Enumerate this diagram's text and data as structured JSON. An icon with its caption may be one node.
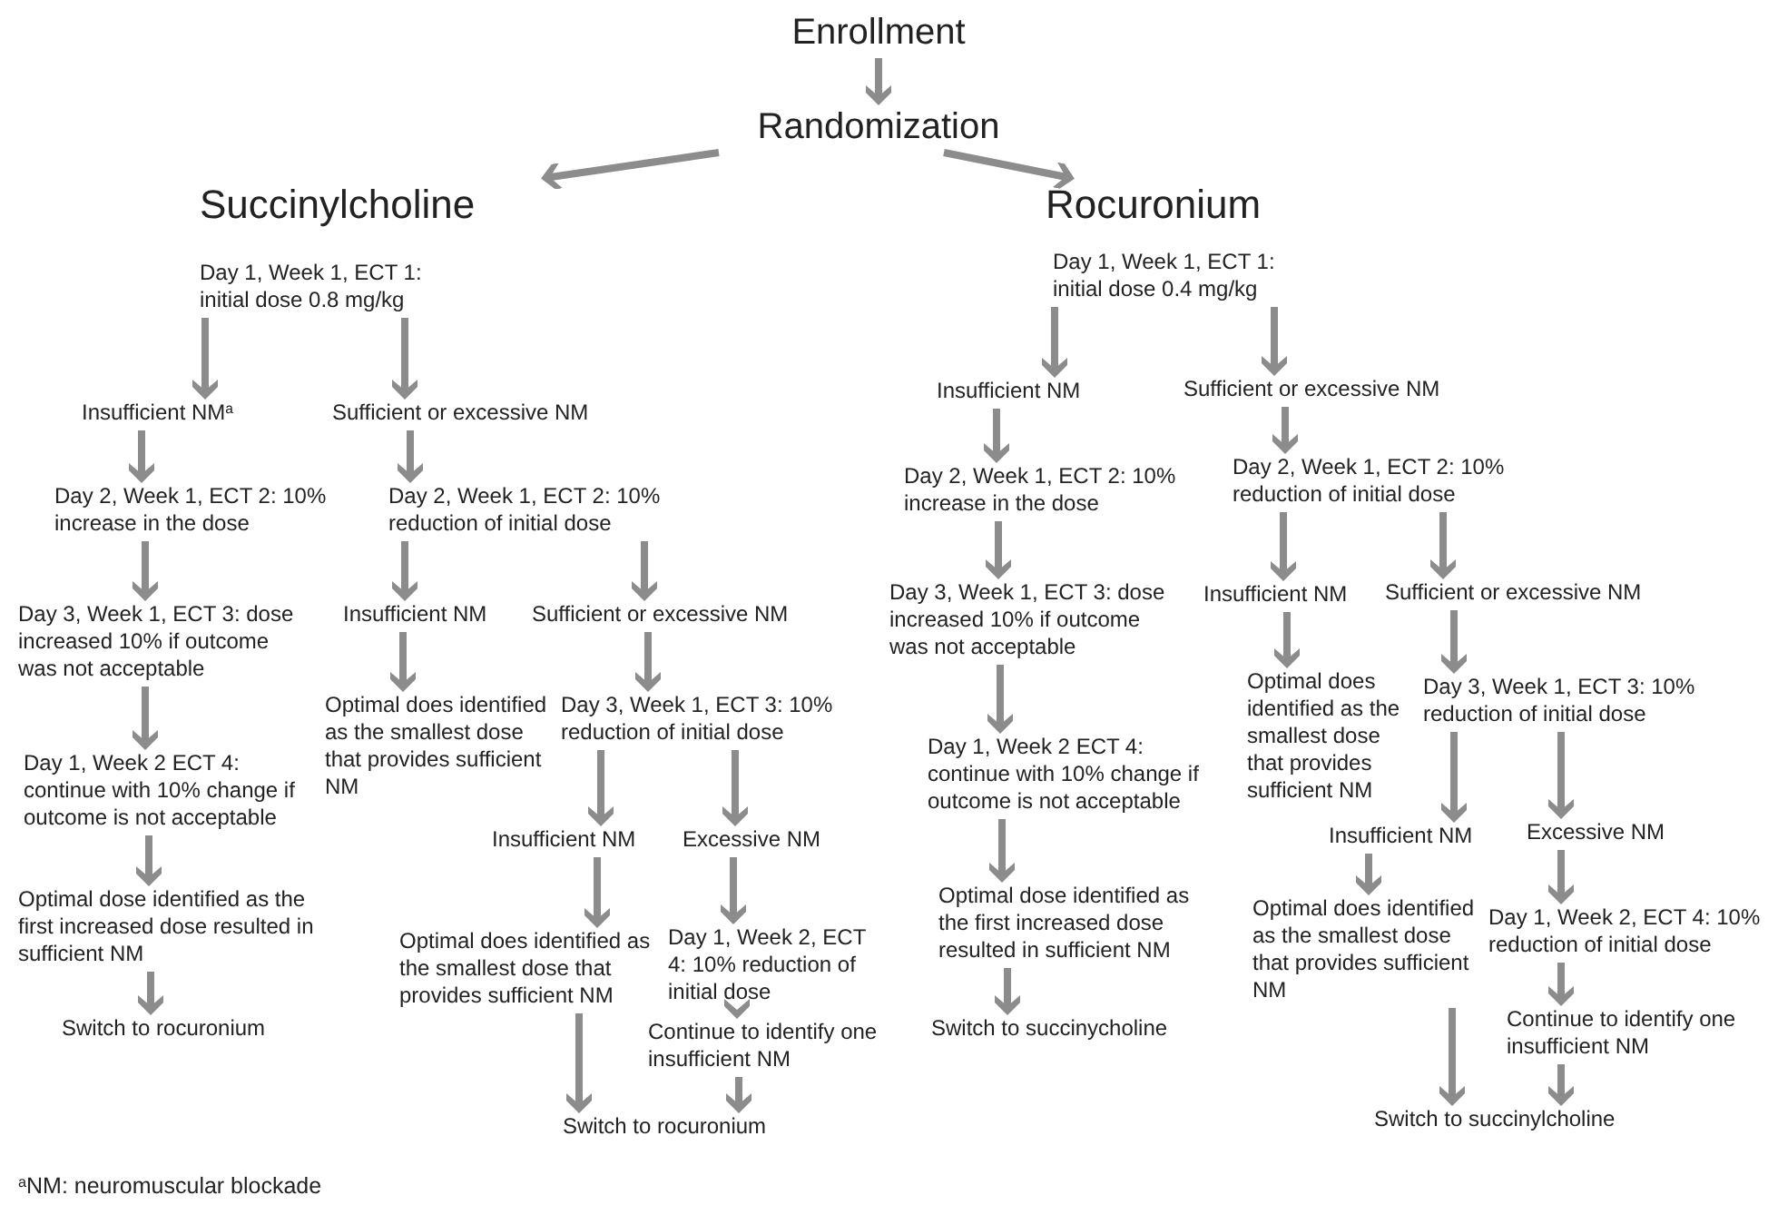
{
  "diagram": {
    "nodes": [
      {
        "text": [
          "Enrollment"
        ]
      },
      {
        "text": [
          "Randomization"
        ]
      },
      {
        "text": [
          "Succinylcholine"
        ]
      },
      {
        "text": [
          "Rocuronium"
        ]
      },
      {
        "text": [
          "Day 1, Week 1, ECT 1: initial dose 0.8 mg/kg"
        ]
      },
      {
        "text": [
          "Insufficient NM$^{a}$"
        ]
      },
      {
        "text": [
          "Sufficient or excessive NM"
        ]
      },
      {
        "text": [
          "Day 2, Week 1, ECT 2: 10% increase in the dose"
        ]
      },
      {
        "text": [
          "Day 2, Week 1, ECT 2: 10% reduction of initial dose"
        ]
      },
      {
        "text": [
          "Day 3, Week 1, ECT 3: dose increased 10% if outcome was not acceptable"
        ]
      },
      {
        "text": [
          "Insufficient NM"
        ]
      },
      {
        "text": [
          "Sufficient or excessive NM"
        ]
      },
      {
        "text": [
          "Day 1, Week 2 ECT 4: continue with 10% change if outcome is not acceptable"
        ]
      },
      {
        "text": [
          "Optimal does identified as the smallest dose that provides sufficient NM"
        ]
      },
      {
        "text": [
          "Day 3, Week 1, ECT 3: 10% reduction of initial dose"
        ]
      },
      {
        "text": [
          "Optimal dose identified as the first increased dose resulted in sufficient NM"
        ]
      },
      {
        "text": [
          "Insufficient NM"
        ]
      },
      {
        "text": [
          "Excessive NM"
        ]
      },
      {
        "text": [
          "Switch to rocuronium"
        ]
      },
      {
        "text": [
          "Optimal does identified as the smallest dose that provides sufficient NM"
        ]
      },
      {
        "text": [
          "Day 1, Week 2, ECT 4: 10% reduction of initial dose"
        ]
      },
      {
        "text": [
          "Continue to identify one insufficient NM"
        ]
      },
      {
        "text": [
          "Switch to rocuronium"
        ]
      },
      {
        "text": [
          "Day 1, Week 1, ECT 1: initial dose 0.4 mg/kg"
        ]
      },
      {
        "text": [
          "Insufficient NM"
        ]
      },
      {
        "text": [
          "Sufficient or excessive NM"
        ]
      },
      {
        "text": [
          "Day 2, Week 1, ECT 2: 10% increase in the dose"
        ]
      },
      {
        "text": [
          "Day 2, Week 1, ECT 2: 10% reduction of initial dose"
        ]
      },
      {
        "text": [
          "Day 3, Week 1, ECT 3: dose increased 10% if outcome was not acceptable"
        ]
      },
      {
        "text": [
          "Insufficient NM"
        ]
      },
      {
        "text": [
          "Sufficient or excessive NM"
        ]
      },
      {
        "text": [
          "Day 1, Week 2 ECT 4: continue with 10% change if outcome is not acceptable"
        ]
      },
      {
        "text": [
          "Optimal does identified as the smallest dose that provides sufficient NM"
        ]
      },
      {
        "text": [
          "Day 3, Week 1, ECT 3: 10% reduction of initial dose"
        ]
      },
      {
        "text": [
          "Optimal dose identified as the first increased dose resulted in sufficient NM"
        ]
      },
      {
        "text": [
          "Insufficient NM"
        ]
      },
      {
        "text": [
          "Excessive NM"
        ]
      },
      {
        "text": [
          "Switch to succinycholine"
        ]
      },
      {
        "text": [
          "Optimal does identified as the smallest dose that provides sufficient NM"
        ]
      },
      {
        "text": [
          "Day 1, Week 2, ECT 4: 10% reduction of initial dose"
        ]
      },
      {
        "text": [
          "Continue to identify one insufficient NM"
        ]
      },
      {
        "text": [
          "Switch to succinylcholine"
        ]
      }
    ],
    "edges": [
      {
        "from": 0,
        "to": 1,
        "arrow": "to"
      },
      {
        "from": 1,
        "to": 2,
        "arrow": "to"
      },
      {
        "from": 1,
        "to": 3,
        "arrow": "to"
      },
      {
        "from": 4,
        "to": 5,
        "arrow": "to"
      },
      {
        "from": 4,
        "to": 6,
        "arrow": "to"
      },
      {
        "from": 5,
        "to": 7,
        "arrow": "to"
      },
      {
        "from": 6,
        "to": 8,
        "arrow": "to"
      },
      {
        "from": 7,
        "to": 9,
        "arrow": "to"
      },
      {
        "from": 8,
        "to": 10,
        "arrow": "to"
      },
      {
        "from": 8,
        "to": 11,
        "arrow": "to"
      },
      {
        "from": 9,
        "to": 12,
        "arrow": "to"
      },
      {
        "from": 10,
        "to": 13,
        "arrow": "to"
      },
      {
        "from": 11,
        "to": 14,
        "arrow": "to"
      },
      {
        "from": 12,
        "to": 15,
        "arrow": "to"
      },
      {
        "from": 14,
        "to": 16,
        "arrow": "to"
      },
      {
        "from": 14,
        "to": 17,
        "arrow": "to"
      },
      {
        "from": 15,
        "to": 18,
        "arrow": "to"
      },
      {
        "from": 16,
        "to": 19,
        "arrow": "to"
      },
      {
        "from": 17,
        "to": 20,
        "arrow": "to"
      },
      {
        "from": 20,
        "to": 21,
        "arrow": "to"
      },
      {
        "from": 19,
        "to": 22,
        "arrow": "to"
      },
      {
        "from": 21,
        "to": 22,
        "arrow": "to"
      },
      {
        "from": 23,
        "to": 24,
        "arrow": "to"
      },
      {
        "from": 23,
        "to": 25,
        "arrow": "to"
      },
      {
        "from": 24,
        "to": 26,
        "arrow": "to"
      },
      {
        "from": 25,
        "to": 27,
        "arrow": "to"
      },
      {
        "from": 26,
        "to": 28,
        "arrow": "to"
      },
      {
        "from": 27,
        "to": 29,
        "arrow": "to"
      },
      {
        "from": 27,
        "to": 30,
        "arrow": "to"
      },
      {
        "from": 28,
        "to": 31,
        "arrow": "to"
      },
      {
        "from": 29,
        "to": 32,
        "arrow": "to"
      },
      {
        "from": 30,
        "to": 33,
        "arrow": "to"
      },
      {
        "from": 31,
        "to": 34,
        "arrow": "to"
      },
      {
        "from": 33,
        "to": 35,
        "arrow": "to"
      },
      {
        "from": 33,
        "to": 36,
        "arrow": "to"
      },
      {
        "from": 34,
        "to": 37,
        "arrow": "to"
      },
      {
        "from": 35,
        "to": 38,
        "arrow": "to"
      },
      {
        "from": 36,
        "to": 39,
        "arrow": "to"
      },
      {
        "from": 39,
        "to": 40,
        "arrow": "to"
      },
      {
        "from": 38,
        "to": 41,
        "arrow": "to"
      },
      {
        "from": 40,
        "to": 41,
        "arrow": "to"
      }
    ],
    "labels": [
      "$^{a}$NM: neuromuscular blockade"
    ]
  }
}
